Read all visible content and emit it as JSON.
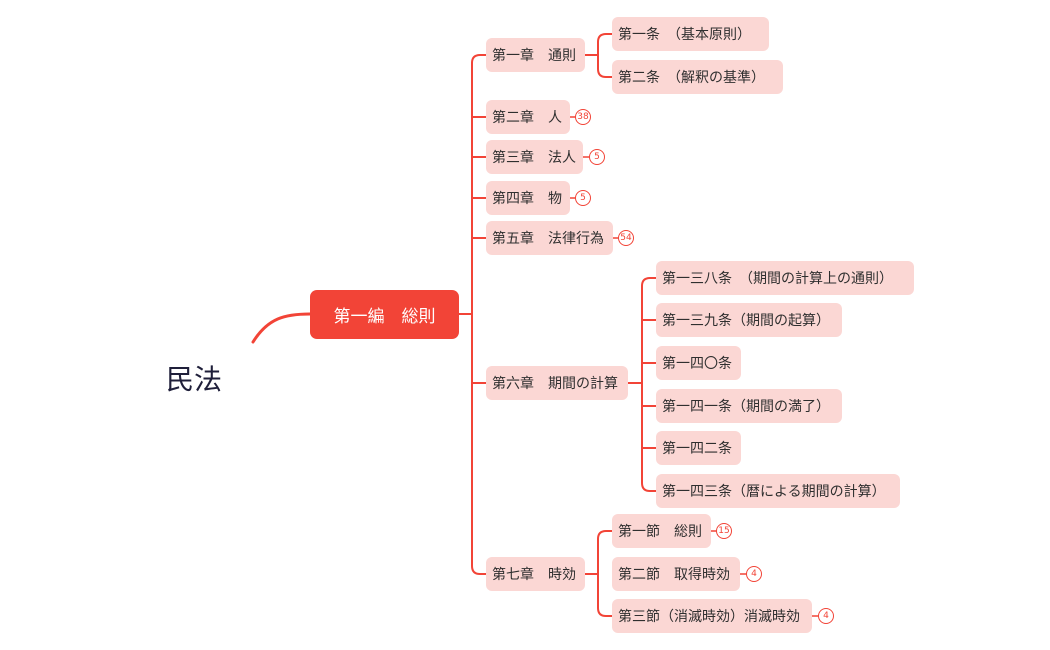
{
  "colors": {
    "accent": "#f24437",
    "node_bg": "#fbd7d4",
    "root_text": "#1f1f3a"
  },
  "mindmap": {
    "root": "民法",
    "main": "第一編　総則",
    "chapters": [
      {
        "label": "第一章　通則",
        "children": [
          {
            "label": "第一条　（基本原則）"
          },
          {
            "label": "第二条　（解釈の基準）"
          }
        ]
      },
      {
        "label": "第二章　人",
        "badge": "38"
      },
      {
        "label": "第三章　法人",
        "badge": "5"
      },
      {
        "label": "第四章　物",
        "badge": "5"
      },
      {
        "label": "第五章　法律行為",
        "badge": "54"
      },
      {
        "label": "第六章　期間の計算",
        "children": [
          {
            "label": "第一三八条　（期間の計算上の通則）"
          },
          {
            "label": "第一三九条（期間の起算）"
          },
          {
            "label": "第一四〇条"
          },
          {
            "label": "第一四一条（期間の満了）"
          },
          {
            "label": "第一四二条"
          },
          {
            "label": "第一四三条（暦による期間の計算）"
          }
        ]
      },
      {
        "label": "第七章　時効",
        "children": [
          {
            "label": "第一節　総則",
            "badge": "15"
          },
          {
            "label": "第二節　取得時効",
            "badge": "4"
          },
          {
            "label": "第三節（消滅時効）消滅時効",
            "badge": "4"
          }
        ]
      }
    ]
  }
}
